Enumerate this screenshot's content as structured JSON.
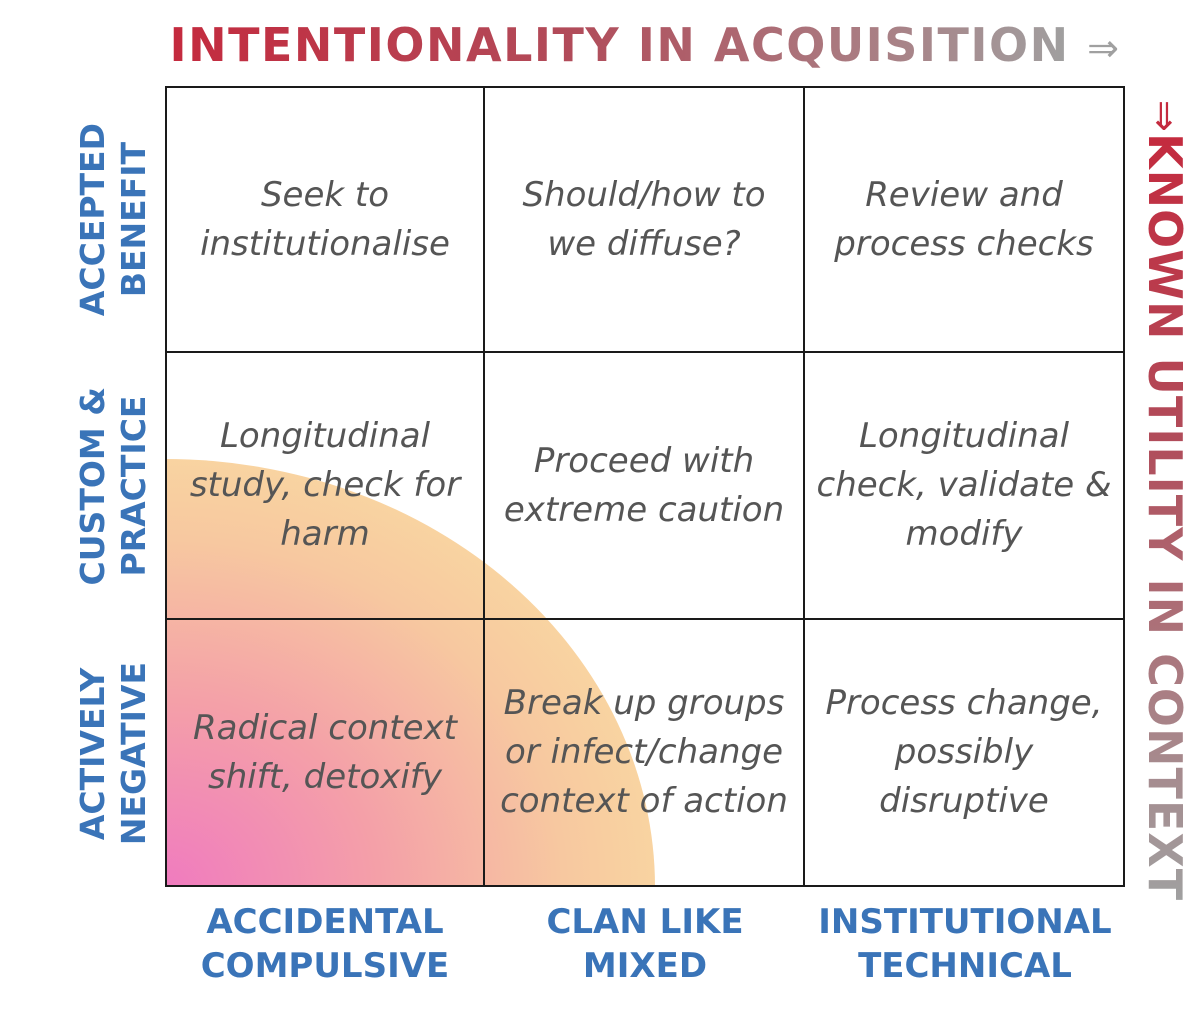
{
  "axes": {
    "x_title": "INTENTIONALITY IN ACQUISITION",
    "x_arrow": "⇒",
    "y_title": "KNOWN UTILITY IN CONTEXT",
    "y_arrow": "⇒"
  },
  "rows": [
    {
      "label": "ACCEPTED\nBENEFIT"
    },
    {
      "label": "CUSTOM &\nPRACTICE"
    },
    {
      "label": "ACTIVELY\nNEGATIVE"
    }
  ],
  "columns": [
    {
      "label": "ACCIDENTAL\nCOMPULSIVE"
    },
    {
      "label": "CLAN LIKE\nMIXED"
    },
    {
      "label": "INSTITUTIONAL\nTECHNICAL"
    }
  ],
  "cells": [
    [
      "Seek to\ninstitutionalise",
      "Should/how to\nwe diffuse?",
      "Review and\nprocess checks"
    ],
    [
      "Longitudinal\nstudy, check for\nharm",
      "Proceed with\nextreme caution",
      "Longitudinal\ncheck, validate &\nmodify"
    ],
    [
      "Radical context\nshift, detoxify",
      "Break up groups\nor infect/change\ncontext of action",
      "Process change,\npossibly\ndisruptive"
    ]
  ],
  "colors": {
    "axis_title_start": "#c42a3e",
    "axis_title_end": "#a0a0a0",
    "label_blue": "#3a74b8",
    "cell_text": "#555555",
    "highlight_pink": "#f07bbf",
    "highlight_yellow": "#fbe3a2"
  }
}
